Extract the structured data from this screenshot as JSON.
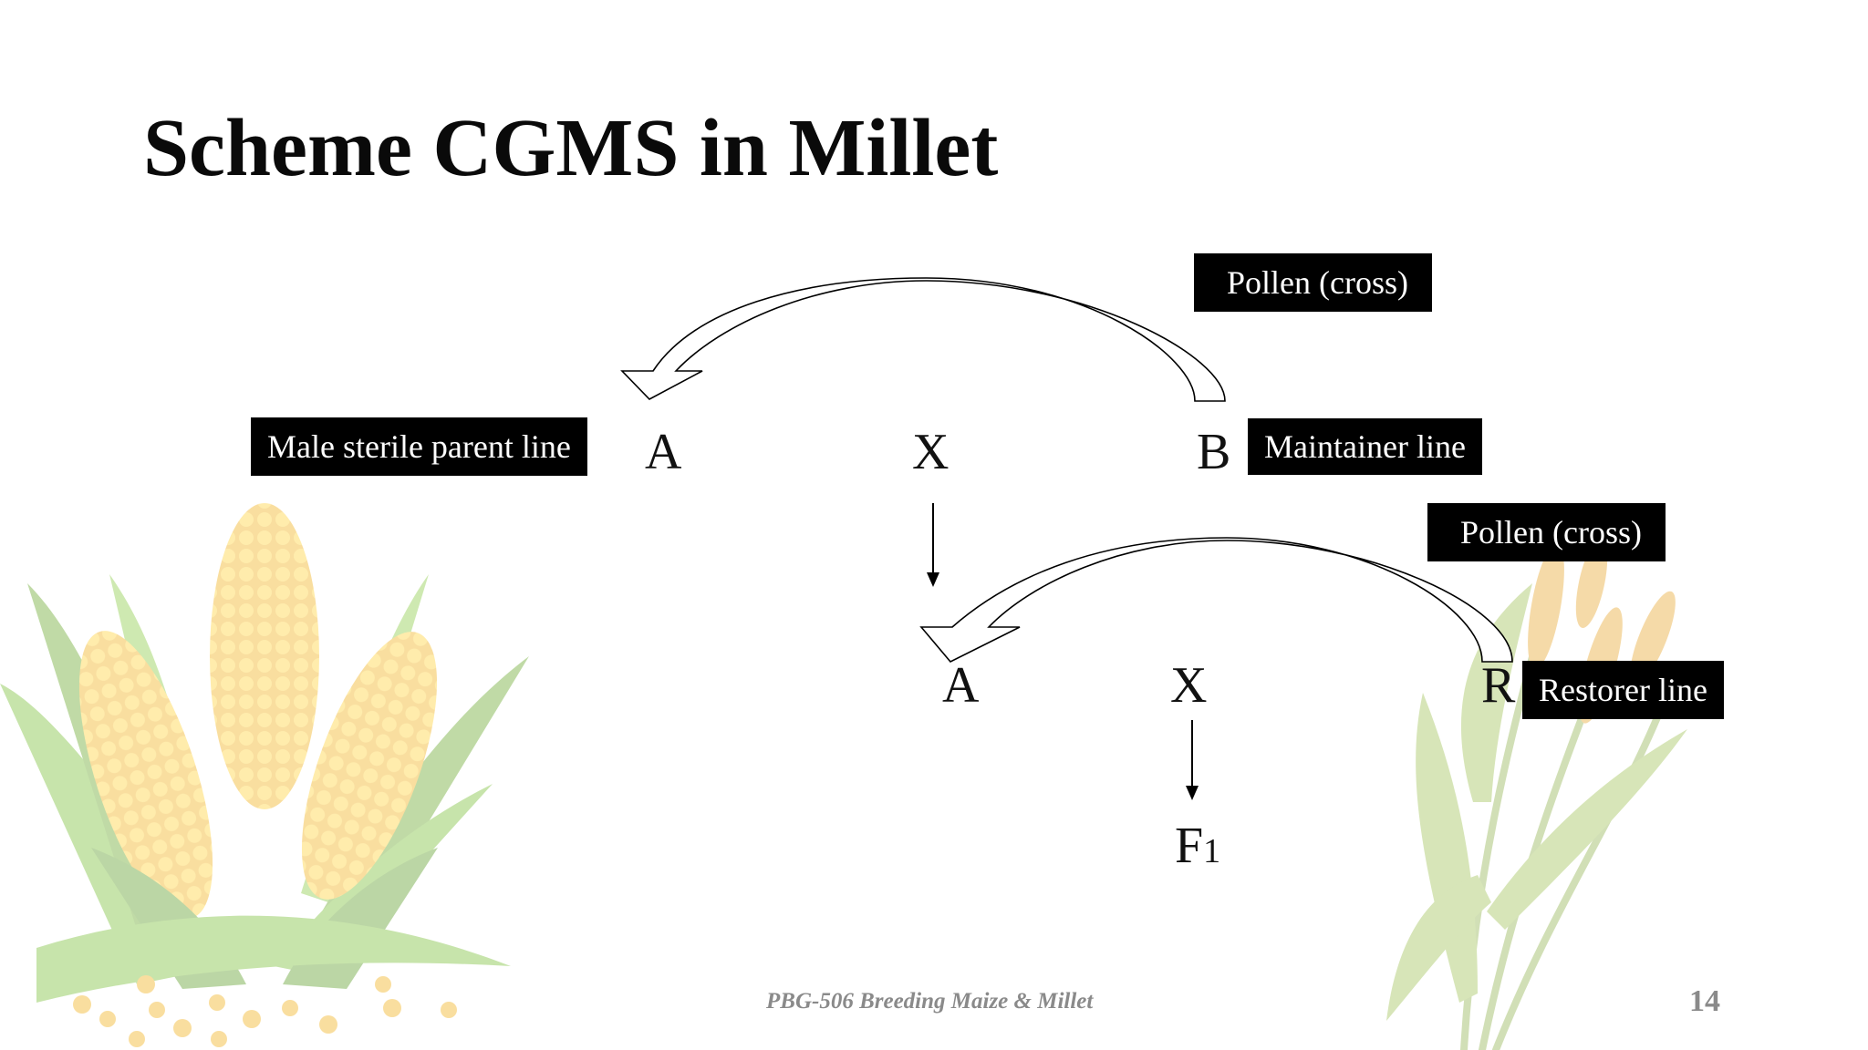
{
  "slide": {
    "title": "Scheme CGMS in Millet",
    "footer": "PBG-506 Breeding Maize & Millet",
    "page_number": "14"
  },
  "diagram": {
    "cross1": {
      "female": "A",
      "cross_symbol": "X",
      "male": "B",
      "female_label": "Male sterile parent line",
      "male_label": "Maintainer line",
      "pollen_label": "Pollen (cross)"
    },
    "cross2": {
      "female": "A",
      "cross_symbol": "X",
      "male": "R",
      "male_label": "Restorer line",
      "pollen_label": "Pollen (cross)"
    },
    "result": {
      "main": "F",
      "subscript": "1"
    }
  },
  "decorations": [
    {
      "name": "corn-cobs-illustration",
      "icon": "corn-icon"
    },
    {
      "name": "millet-plant-illustration",
      "icon": "millet-icon"
    }
  ]
}
